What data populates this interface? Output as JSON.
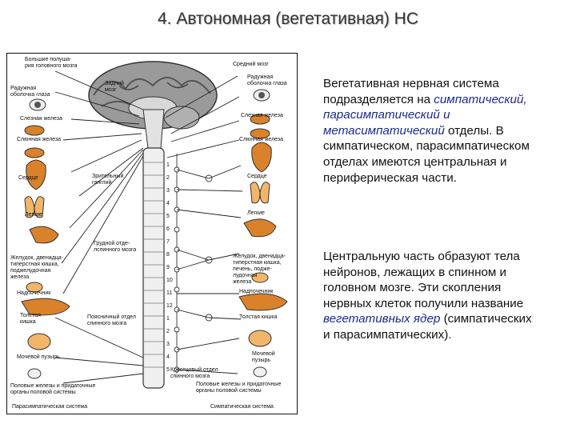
{
  "slide": {
    "title": "4. Автономная (вегетативная) НС"
  },
  "figure": {
    "labels_left": [
      "Большие полуша-\nрия головного мозга",
      "Радужная\nоболочка глаза",
      "Слезная железа",
      "Слюнная железа",
      "Сердце",
      "Легкие",
      "Желудок, двенадца-\nтиперстная кишка,\nподжелудочная\nжелеза",
      "Надпочечник",
      "Толстая\nкишка",
      "Мочевой пузырь",
      "Половые железы и придаточные\nорганы половой системы"
    ],
    "labels_center": [
      "Задний\nмозг",
      "Зрительный\nганглий",
      "Грудной отде-\nлспинного мозга",
      "Поясничный отдел\nспинного мозга",
      "Крестцовый отдел\nспинного мозга"
    ],
    "labels_right": [
      "Средний мозг",
      "Радужная\nоболочка глаза",
      "Слезная железа",
      "Слюнная железа",
      "Сердце",
      "Легкие",
      "Желудок, двенадца-\nтиперстная кишка,\nпечень, подже-\nлудочная\nжелеза",
      "Надпочечник",
      "Толстая кишка",
      "Мочевой\nпузырь",
      "Половые железы и придаточные\nорганы половой системы"
    ],
    "segment_numbers": [
      "1",
      "2",
      "3",
      "4",
      "5",
      "6",
      "7",
      "8",
      "9",
      "10",
      "11",
      "12",
      "1",
      "2",
      "3",
      "4",
      "5"
    ],
    "caption_left": "Парасимпатическая система",
    "caption_right": "Симпатическая система"
  },
  "text": {
    "p1_intro": "Вегетативная нервная система подразделяется на ",
    "p1_em1": "симпатический, парасимпатический и метасимпатический",
    "p1_rest": " отделы. В симпатическом, парасимпатическом отделах имеются центральная и периферическая части.",
    "p2_intro": "Центральную часть образуют тела нейронов, лежащих в спинном и головном мозге. Эти скопления нервных клеток получили название ",
    "p2_em": "вегетативных ядер",
    "p2_rest": " (симпатических и парасимпатических)."
  },
  "colors": {
    "organ_fill": "#d9822b",
    "organ_light": "#f2b66b",
    "brain_fill": "#8c8c8c",
    "line": "#222222",
    "emphasis_text": "#1a2a8c"
  }
}
